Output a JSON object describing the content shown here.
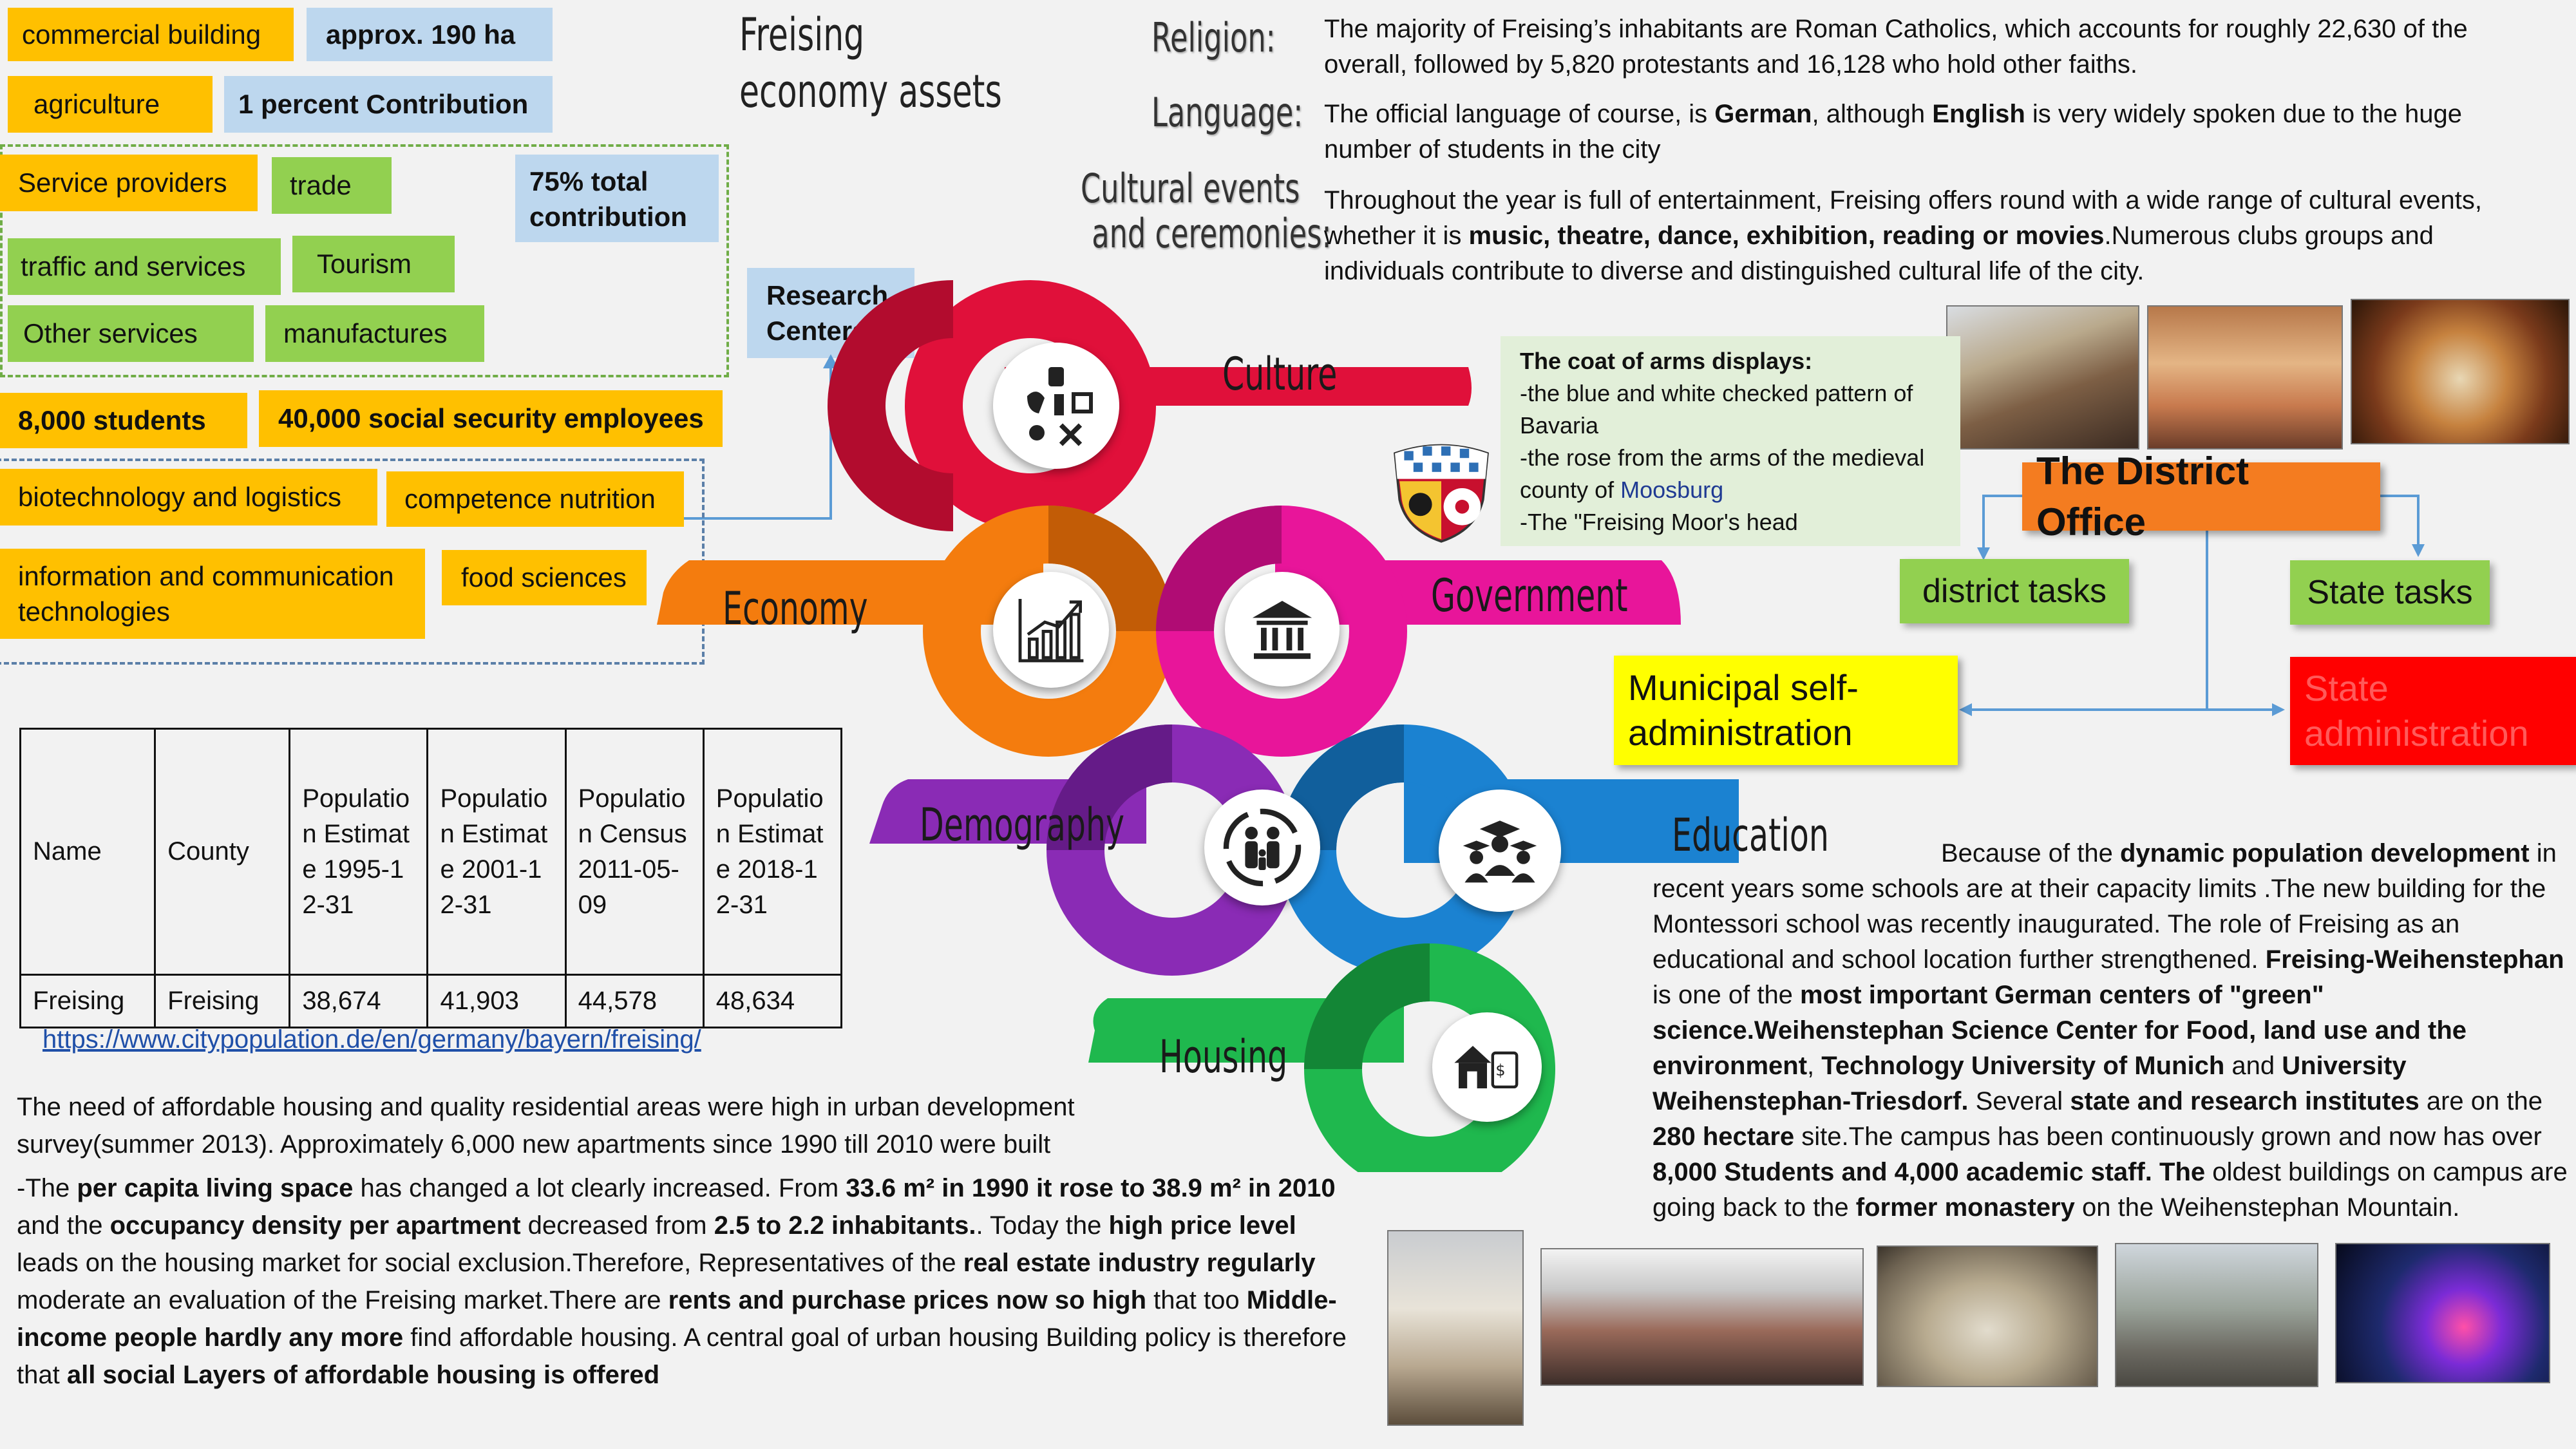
{
  "title": {
    "line1": "Freising",
    "line2": "economy assets"
  },
  "economy_tags": {
    "commercial_building": "commercial building",
    "approx_190": "approx. 190 ha",
    "agriculture": "agriculture",
    "one_percent": "1 percent Contribution",
    "service_providers": "Service providers",
    "trade": "trade",
    "total_75": "75% total contribution",
    "traffic": "traffic and services",
    "tourism": "Tourism",
    "other_services": "Other services",
    "manufactures": "manufactures",
    "research_centers": "Research Centers",
    "students": "8,000 students",
    "employees": "40,000 social security employees",
    "biotech": "biotechnology and logistics",
    "competence": "competence nutrition",
    "ict": "information and communication technologies",
    "food": "food sciences"
  },
  "ribbons": {
    "culture": "Culture",
    "economy": "Economy",
    "government": "Government",
    "demography": "Demography",
    "education": "Education",
    "housing": "Housing"
  },
  "culture": {
    "religion_label": "Religion:",
    "religion_text": "The majority of Freising’s inhabitants are Roman Catholics, which accounts for roughly 22,630 of the overall, followed by 5,820 protestants and 16,128 who hold other faiths.",
    "language_label": "Language:",
    "language_pre": "The official language of course, is ",
    "language_german": "German",
    "language_mid": ", although ",
    "language_english": "English",
    "language_post": " is very widely spoken due to   the huge number of students in the city",
    "events_label_1": "Cultural events",
    "events_label_2": "and ceremonies:",
    "events_pre": "Throughout the year is full of entertainment, Freising offers  round with a wide range of cultural events, whether it is ",
    "events_bold1": "music, theatre, dance, exhibition, reading or movies",
    "events_post": ".Numerous clubs groups and individuals contribute to diverse and distinguished cultural life of the city."
  },
  "coat": {
    "heading": "The coat of arms displays:",
    "line1": "-the blue and white checked pattern of Bavaria",
    "line2_pre": "-the rose from the arms of the medieval county of ",
    "line2_link": "Moosburg",
    "line3": "-The \"Freising Moor's head"
  },
  "government": {
    "district_office": "The District Office",
    "district_tasks": "district tasks",
    "state_tasks": "State tasks",
    "municipal": "Municipal self-administration",
    "state_admin": "State administration"
  },
  "population_table": {
    "headers": [
      "Name",
      "County",
      "Population Estimate 1995-12-31",
      "Population Estimate 2001-12-31",
      "Population Census 2011-05-09",
      "Population Estimate 2018-12-31"
    ],
    "row": [
      "Freising",
      "Freising",
      "38,674",
      "41,903",
      "44,578",
      "48,634"
    ],
    "source_url": "https://www.citypopulation.de/en/germany/bayern/freising/"
  },
  "housing": {
    "p1": "The need of affordable housing and quality residential areas were high in urban development survey(summer 2013). Approximately 6,000 new apartments since 1990 till 2010 were built",
    "p2_a": "-The ",
    "p2_b": "per capita living space",
    "p2_c": " has changed a lot clearly increased. From ",
    "p2_d": "33.6 m² in 1990 it rose to 38.9 m² in 2010",
    "p2_e": " and the ",
    "p2_f": "occupancy density per apartment",
    "p2_g": " decreased from ",
    "p2_h": "2.5 to 2.2 inhabitants.",
    "p2_i": ". Today the ",
    "p2_j": "high price level",
    "p2_k": " leads on the housing market for social exclusion.Therefore, Representatives of the ",
    "p2_l": "real estate industry regularly",
    "p2_m": " moderate an evaluation of the Freising market.There are ",
    "p2_n": "rents and purchase prices now so high",
    "p2_o": " that too ",
    "p2_p": "Middle-income people hardly any more",
    "p2_q": " find affordable housing. A central goal of urban housing Building policy is therefore that ",
    "p2_r": "all social Layers of affordable housing is offered"
  },
  "education": {
    "a": "Because of the ",
    "b": "dynamic population development",
    "c": " in recent years some schools are at their capacity limits .The new building for the Montessori school was recently inaugurated. The role of Freising as an educational and school location further strengthened. ",
    "d": "Freising-Weihenstephan",
    "e": " is one of the ",
    "f": "most important German centers of \"green\" science.",
    "g": "Weihenstephan Science Center for Food, land use and the environment",
    "h": ", ",
    "i": "Technology University of Munich",
    "j": " and ",
    "k": "University Weihenstephan-Triesdorf.",
    "l": " Several ",
    "m": "state and research institutes",
    "n": " are on the ",
    "o": "280 hectare",
    "p": " site.The campus has been continuously grown and now has over ",
    "q": "8,000 Students and 4,000 academic staff. The",
    "r": " oldest buildings on campus are going back to the ",
    "s": "former monastery",
    "t": " on the Weihenstephan Mountain."
  },
  "colors": {
    "culture": "#e0103a",
    "economy": "#f47c0e",
    "government": "#e8159a",
    "demography": "#8a2bb5",
    "education": "#1b82d1",
    "housing": "#1fb84e",
    "orange_box": "#ffc000",
    "green_box": "#92d050",
    "blue_box": "#bdd7ee"
  }
}
